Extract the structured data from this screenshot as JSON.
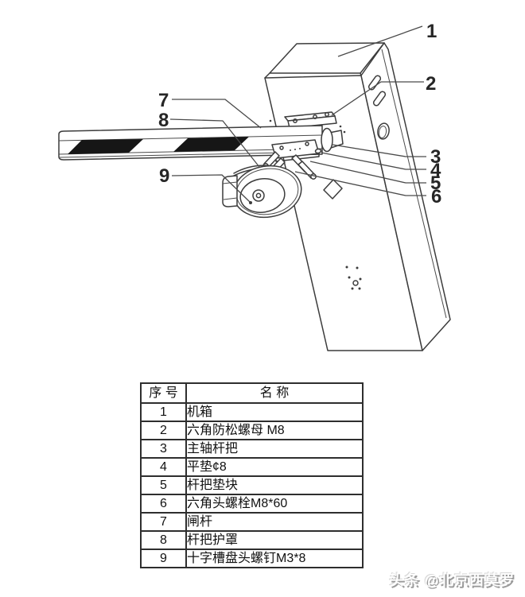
{
  "diagram": {
    "title": "barrier-gate-assembly-diagram",
    "callouts": [
      "1",
      "2",
      "3",
      "4",
      "5",
      "6",
      "7",
      "8",
      "9"
    ]
  },
  "table": {
    "headers": [
      "序 号",
      "名 称"
    ],
    "rows": [
      [
        "1",
        "机箱"
      ],
      [
        "2",
        "六角防松螺母 M8"
      ],
      [
        "3",
        "主轴杆把"
      ],
      [
        "4",
        "平垫¢8"
      ],
      [
        "5",
        "杆把垫块"
      ],
      [
        "6",
        "六角头螺栓M8*60"
      ],
      [
        "7",
        "闸杆"
      ],
      [
        "8",
        "杆把护罩"
      ],
      [
        "9",
        "十字槽盘头螺钉M3*8"
      ]
    ]
  },
  "watermark": {
    "text": "头条 @北京西莫罗"
  },
  "colors": {
    "line": "#3c3c3c",
    "stripe": "#161616",
    "watermark_shadow": "#9a9a9a",
    "background": "#ffffff"
  }
}
